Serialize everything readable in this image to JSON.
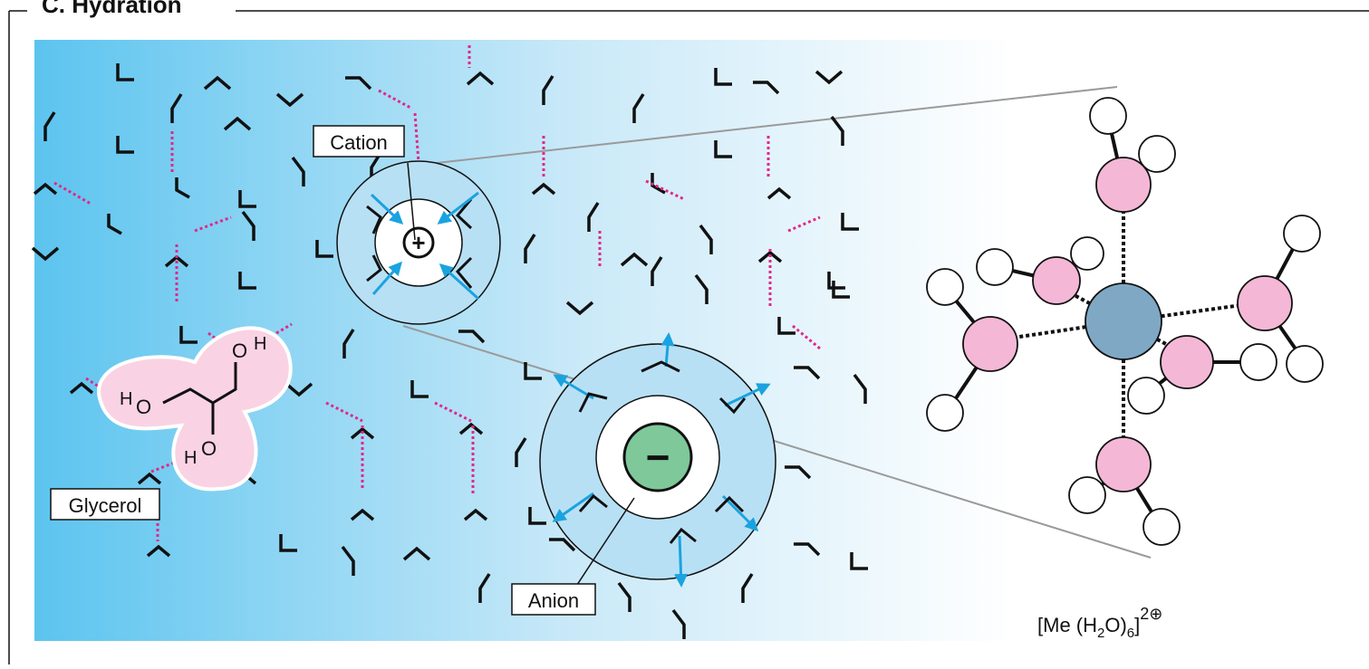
{
  "section": {
    "title": "C. Hydration"
  },
  "labels": {
    "cation": "Cation",
    "anion": "Anion",
    "glycerol": "Glycerol"
  },
  "charges": {
    "plus": "+",
    "minus": "−"
  },
  "glycerol_atoms": {
    "o1": "O",
    "h1": "H",
    "h2": "H",
    "o2": "O",
    "h3": "H",
    "o3": "O"
  },
  "complex": {
    "prefix": "[Me (H",
    "sub1": "2",
    "mid": "O)",
    "sub2": "6",
    "suffix": "]",
    "sup": "2⊕"
  },
  "colors": {
    "background_gradient_start": "#5cc4ef",
    "background_gradient_end": "#ffffff",
    "hydrogen_bond": "#e0288a",
    "arrow": "#1aa3e0",
    "oxygen": "#f4b8d6",
    "metal": "#7fa8c4",
    "anion": "#7ec89a",
    "glycerol_halo": "#f9d3e3",
    "shell": "#b8e0f5"
  }
}
